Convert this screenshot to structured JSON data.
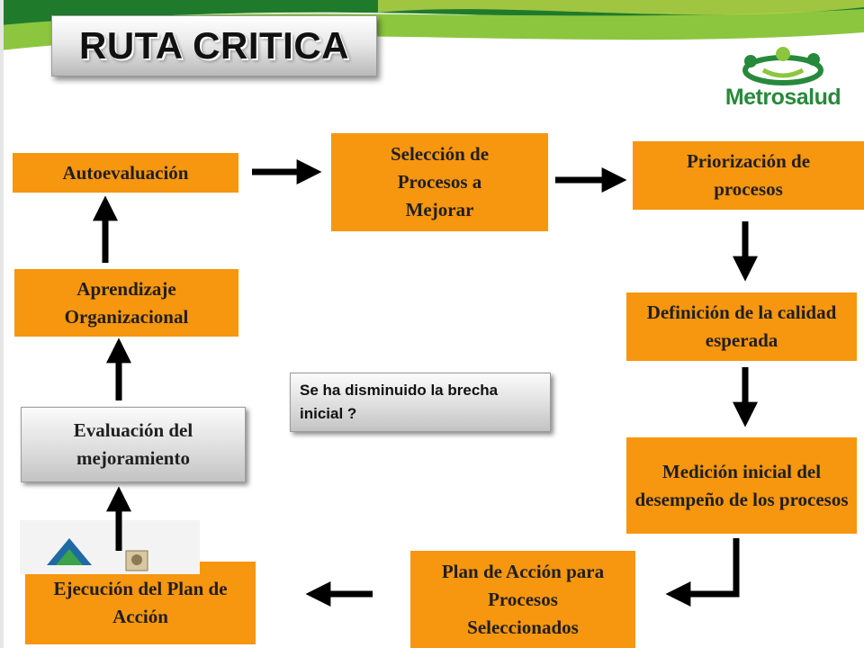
{
  "slide": {
    "title": "RUTA CRITICA",
    "logo_text": "Metrosalud",
    "colors": {
      "box": "#f7960f",
      "brand_green": "#27893b",
      "header_green": "#8cc63f"
    }
  },
  "steps": {
    "autoevaluacion": "Autoevaluación",
    "seleccion": "Selección de Procesos a Mejorar",
    "priorizacion": "Priorización de procesos",
    "definicion": "Definición de la calidad esperada",
    "medicion": "Medición inicial del desempeño de los procesos",
    "plan": "Plan de Acción para Procesos Seleccionados",
    "ejecucion": "Ejecución del Plan de Acción",
    "evaluacion": "Evaluación del mejoramiento",
    "aprendizaje": "Aprendizaje Organizacional"
  },
  "question": "Se ha disminuido la brecha inicial ?"
}
